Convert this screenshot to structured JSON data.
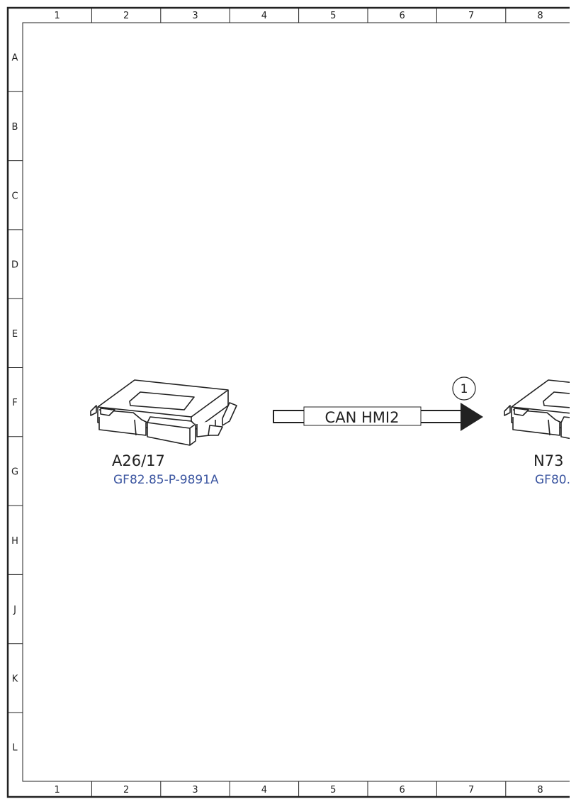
{
  "frame": {
    "columns": [
      "1",
      "2",
      "3",
      "4",
      "5",
      "6",
      "7",
      "8"
    ],
    "rows": [
      "A",
      "B",
      "C",
      "D",
      "E",
      "F",
      "G",
      "H",
      "J",
      "K",
      "L"
    ]
  },
  "components": [
    {
      "id": "A26/17",
      "ref": "GF82.85-P-9891A"
    },
    {
      "id": "N73",
      "ref": "GF80."
    }
  ],
  "connection": {
    "label": "CAN HMI2",
    "badge": "1"
  },
  "colors": {
    "line": "#222222",
    "link": "#3b55a0"
  }
}
